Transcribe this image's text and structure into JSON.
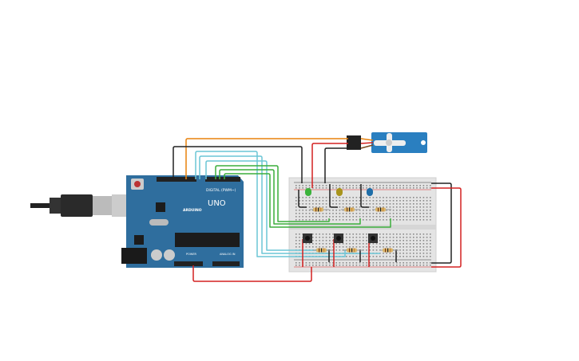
{
  "arduino": {
    "brand": "ARDUINO",
    "model": "UNO",
    "digital_label": "DIGITAL (PWM~)",
    "power_label": "POWER",
    "analog_label": "ANALOG IN"
  },
  "colors": {
    "board": "#2f6e9e",
    "breadboard": "#e6e6e6",
    "servo": "#2a7fc0",
    "wire_orange": "#e8820c",
    "wire_black": "#222222",
    "wire_red": "#d42020",
    "wire_cyan": "#6cc6d6",
    "wire_green": "#3cae3c",
    "led_green": "#3bb33b",
    "led_yellow": "#a8941c",
    "led_blue": "#1e6ea8"
  },
  "components": [
    "arduino-uno",
    "breadboard",
    "servo",
    "led-green",
    "led-yellow",
    "led-blue",
    "pushbutton",
    "pushbutton",
    "pushbutton",
    "resistor",
    "resistor",
    "resistor",
    "resistor",
    "resistor",
    "resistor"
  ]
}
